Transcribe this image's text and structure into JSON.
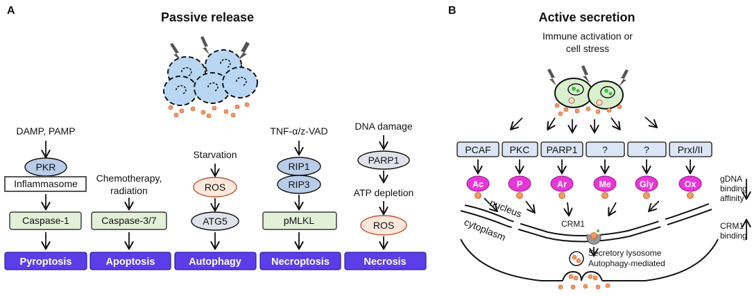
{
  "panel_a": {
    "letter": "A",
    "title": "Passive release",
    "columns": [
      {
        "trigger": "DAMP, PAMP",
        "nodes": [
          "PKR",
          "Inflammasome",
          "Caspase-1"
        ],
        "outcome": "Pyroptosis"
      },
      {
        "trigger_lines": [
          "Chemotherapy,",
          "radiation"
        ],
        "nodes": [
          "Caspase-3/7"
        ],
        "outcome": "Apoptosis"
      },
      {
        "trigger": "Starvation",
        "nodes": [
          "ROS",
          "ATG5"
        ],
        "outcome": "Autophagy"
      },
      {
        "trigger": "TNF-α/z-VAD",
        "nodes": [
          "RIP1",
          "RIP3",
          "pMLKL"
        ],
        "outcome": "Necroptosis"
      },
      {
        "trigger": "DNA damage",
        "nodes": [
          "PARP1",
          "ATP depletion",
          "ROS"
        ],
        "outcome": "Necrosis"
      }
    ]
  },
  "panel_b": {
    "letter": "B",
    "title": "Active secretion",
    "subtitle_lines": [
      "Immune activation or",
      "cell stress"
    ],
    "enzymes": [
      "PCAF",
      "PKC",
      "PARP1",
      "?",
      "?",
      "PrxI/II"
    ],
    "modifications": [
      "Ac",
      "P",
      "Ar",
      "Me",
      "Gly",
      "Ox"
    ],
    "nucleus": "nucleus",
    "cytoplasm": "cytoplasm",
    "crm1": "CRM1",
    "gdna_lines": [
      "gDNA",
      "binding",
      "affinity"
    ],
    "crm1_binding_lines": [
      "CRM1",
      "binding"
    ],
    "lysosome_lines": [
      "Secretory lysosome",
      "Autophagy-mediated"
    ]
  },
  "colors": {
    "outcome_bar": "#5c3ee8",
    "cell_blue": "#b9d7f3",
    "cell_green": "#d9f0cf",
    "node_blue": "#b9cce8",
    "box_green": "#e2f0d8",
    "ros_fill": "#fce8dc",
    "ros_stroke": "#c0512f",
    "magenta": "#e837d8",
    "orange": "#f59a5d",
    "enzyme_fill": "#dbe5f5"
  }
}
